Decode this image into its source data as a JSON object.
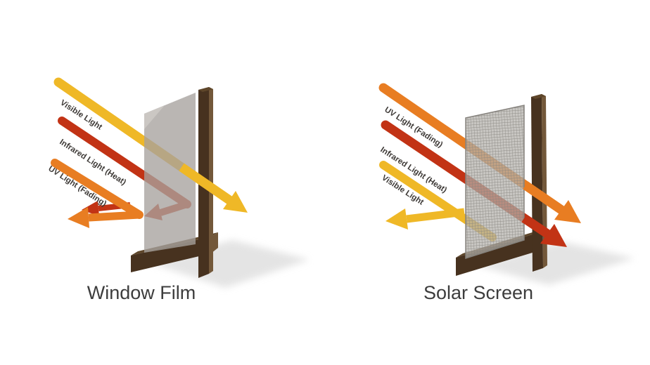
{
  "title": "Window Film vs Solar Screen light diagram",
  "background": "#ffffff",
  "colors": {
    "background": "#ffffff",
    "yellow": "#EFB827",
    "red": "#C23315",
    "orange": "#E87D22",
    "frame_dark": "#47321F",
    "frame_mid": "#5E462A",
    "frame_light": "#73583A",
    "glass": "#A6A29D",
    "glass_peel": "#CBC8C4",
    "mesh_base": "#B3B0AB",
    "mesh_line": "#85827D",
    "shadow": "#DBDBDB",
    "label_text": "#3E3A37",
    "caption_text": "#3D3D3D"
  },
  "left_panel": {
    "caption": "Window Film",
    "window_part": "tinted glass pane with film",
    "arrows": [
      {
        "label": "Visible Light",
        "color": "#EFB827",
        "behavior": "transmitted through glass"
      },
      {
        "label": "Infrared Light (Heat)",
        "color": "#C23315",
        "behavior": "reflected back"
      },
      {
        "label": "UV Light (Fading)",
        "color": "#E87D22",
        "behavior": "reflected back"
      }
    ]
  },
  "right_panel": {
    "caption": "Solar Screen",
    "window_part": "mesh screen panel",
    "arrows": [
      {
        "label": "UV Light (Fading)",
        "color": "#E87D22",
        "behavior": "transmitted through screen"
      },
      {
        "label": "Infrared Light (Heat)",
        "color": "#C23315",
        "behavior": "transmitted through screen"
      },
      {
        "label": "Visible Light",
        "color": "#EFB827",
        "behavior": "reflected back"
      }
    ]
  }
}
